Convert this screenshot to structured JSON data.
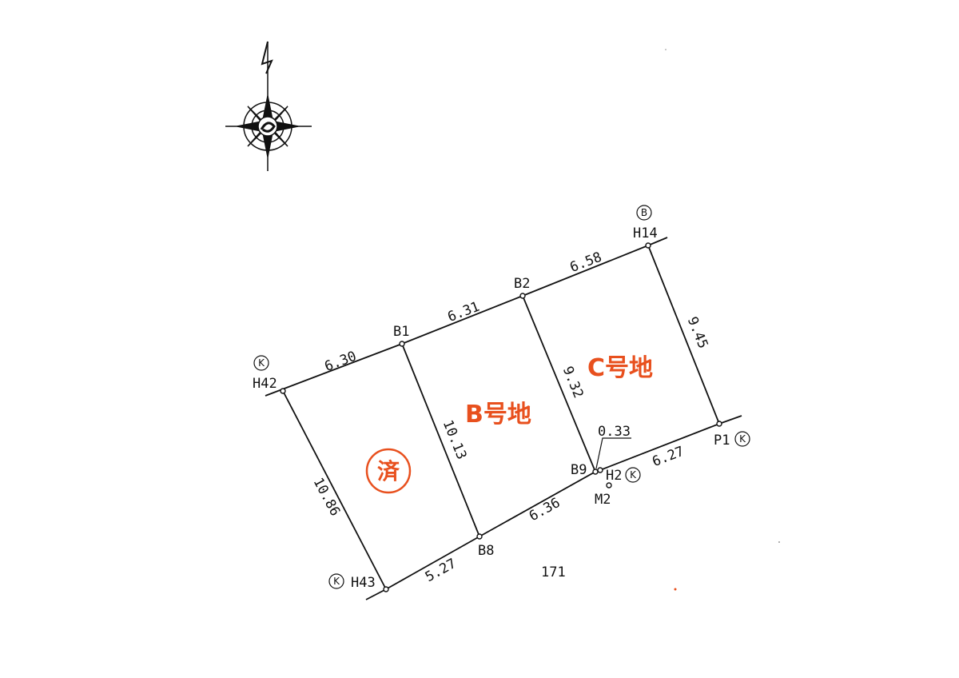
{
  "colors": {
    "accent": "#e8501e",
    "line": "#111111"
  },
  "icons": {
    "compass": "compass-rose-icon"
  },
  "lots": {
    "b": "B号地",
    "c": "C号地"
  },
  "stamp": "済",
  "parcel_number": "171",
  "points": {
    "h42": "H42",
    "b1": "B1",
    "b2": "B2",
    "h14": "H14",
    "p1": "P1",
    "b9": "B9",
    "h2": "H2",
    "m2": "M2",
    "b8": "B8",
    "h43": "H43"
  },
  "markers": {
    "k": "K",
    "b": "B"
  },
  "dimensions": {
    "h42_b1": "6.30",
    "b1_b2": "6.31",
    "b2_h14": "6.58",
    "h14_p1": "9.45",
    "b2_b9": "9.32",
    "b1_b8": "10.13",
    "h42_h43": "10.86",
    "h43_b8": "5.27",
    "b8_b9": "6.36",
    "b9_p1": "6.27",
    "offset": "0.33"
  }
}
